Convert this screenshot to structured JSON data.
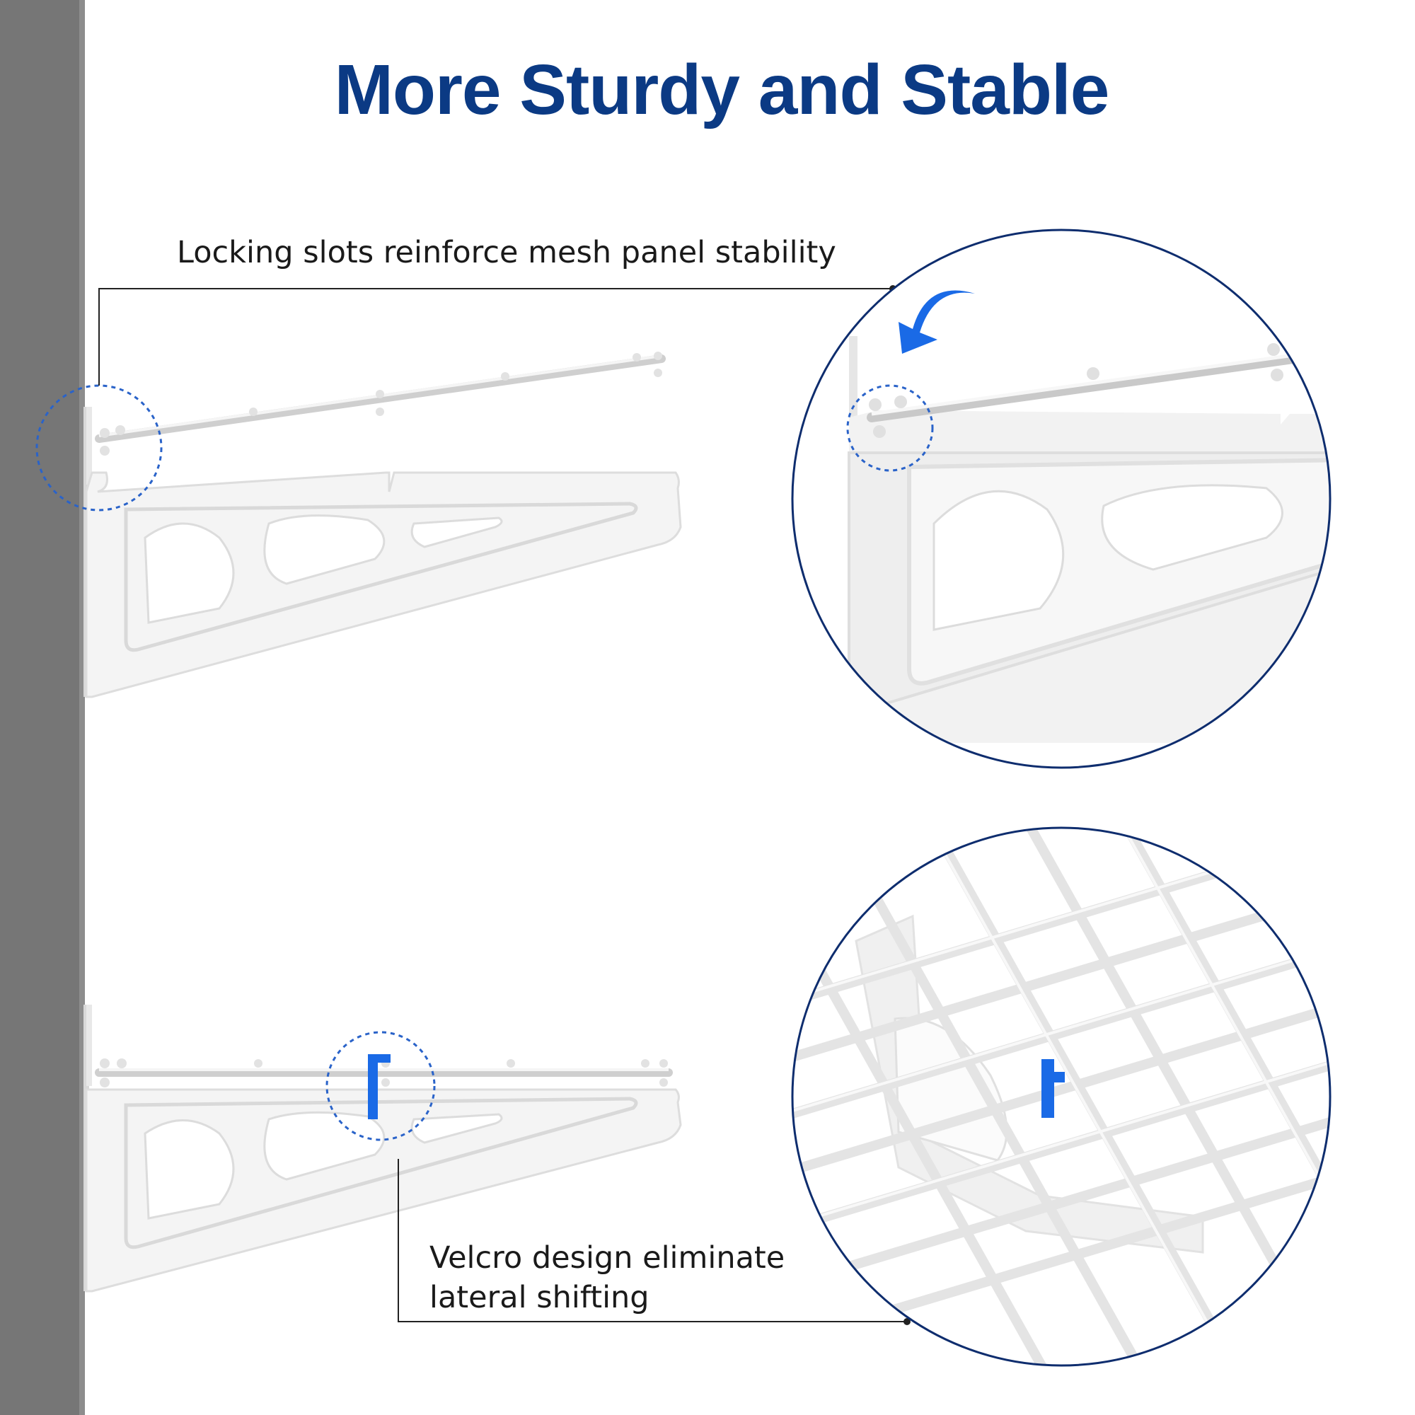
{
  "title": "More Sturdy and Stable",
  "callouts": [
    {
      "text": "Locking slots reinforce mesh panel stability"
    },
    {
      "line1": "Velcro design eliminate",
      "line2": "lateral shifting"
    }
  ],
  "colors": {
    "title": "#0b3a84",
    "circle_border": "#0e2d6e",
    "dashed_highlight": "#2a63c9",
    "arrow": "#1a6ae6",
    "wall": "#767676",
    "bracket": "#f3f3f3"
  },
  "icons": [
    "curved-arrow-icon",
    "velcro-strap-icon"
  ]
}
